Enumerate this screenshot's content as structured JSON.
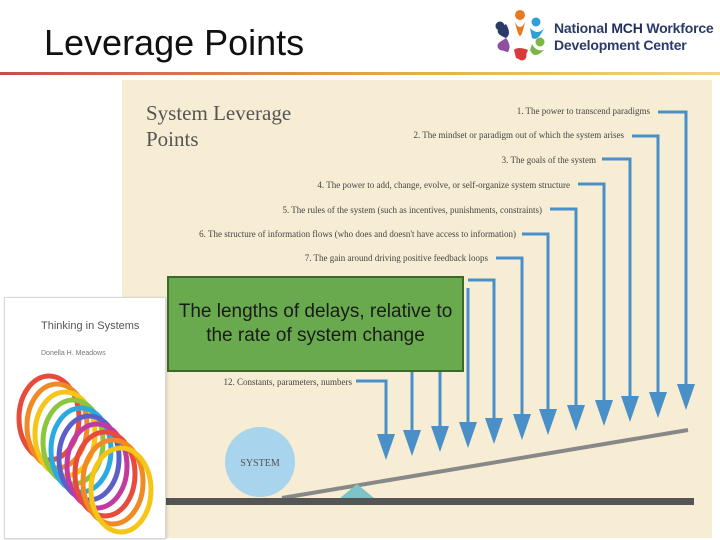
{
  "slide": {
    "title": "Leverage Points"
  },
  "logo": {
    "line1_a": "National ",
    "line1_b": "MCH",
    "line1_c": " Workforce",
    "line2": "Development Center"
  },
  "diagram": {
    "title": "System Leverage Points",
    "system_label": "SYSTEM",
    "points": [
      "1. The power to transcend paradigms",
      "2. The mindset or paradigm out of which the system arises",
      "3. The goals of the system",
      "4. The power to add, change, evolve, or self-organize system structure",
      "5. The rules of the system (such as incentives, punishments, constraints)",
      "6. The structure of information flows (who does and doesn't have access to information)",
      "7. The gain around driving positive feedback loops",
      "12. Constants, parameters, numbers"
    ],
    "colors": {
      "background": "#f6edd4",
      "arrow": "#4a90c8",
      "lever": "#888888",
      "base": "#555555",
      "circle": "#a8d4ee",
      "fulcrum": "#7ec3c8"
    }
  },
  "book": {
    "title": "Thinking in Systems",
    "author": "Donella H. Meadows"
  },
  "callout": {
    "text": "The lengths of delays, relative to the rate of system change",
    "color": "#6aaa4f"
  }
}
